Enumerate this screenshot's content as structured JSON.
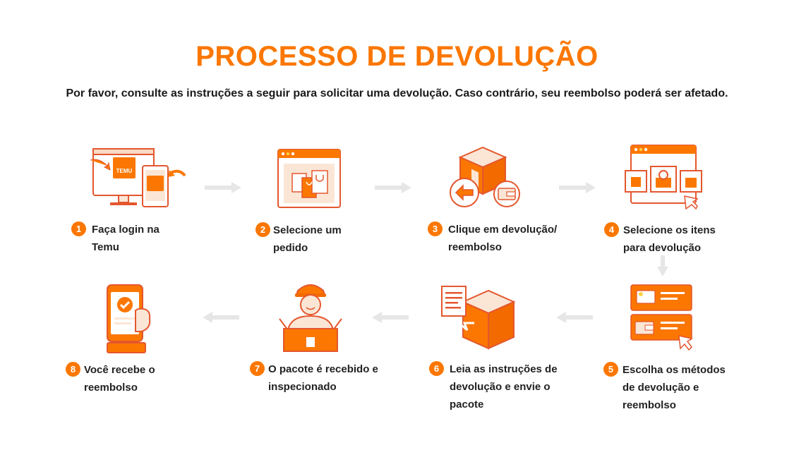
{
  "header": {
    "title": "PROCESSO DE DEVOLUÇÃO",
    "subtitle": "Por favor, consulte as instruções a seguir para solicitar uma devolução. Caso contrário, seu reembolso poderá ser afetado."
  },
  "brand": {
    "logo_text": "TEMU"
  },
  "colors": {
    "accent": "#fb7701",
    "arrow": "#e6e6e6"
  },
  "steps": [
    {
      "number": "1",
      "line1": "Faça login na",
      "line2": "Temu",
      "line3": ""
    },
    {
      "number": "2",
      "line1": "Selecione um",
      "line2": "pedido",
      "line3": ""
    },
    {
      "number": "3",
      "line1": "Clique em devolução/",
      "line2": "reembolso",
      "line3": ""
    },
    {
      "number": "4",
      "line1": "Selecione os itens",
      "line2": "para devolução",
      "line3": ""
    },
    {
      "number": "5",
      "line1": "Escolha os métodos",
      "line2": "de devolução e",
      "line3": "reembolso"
    },
    {
      "number": "6",
      "line1": "Leia as instruções de",
      "line2": "devolução e envie o",
      "line3": "pacote"
    },
    {
      "number": "7",
      "line1": "O pacote é recebido e",
      "line2": "inspecionado",
      "line3": ""
    },
    {
      "number": "8",
      "line1": "Você recebe o",
      "line2": "reembolso",
      "line3": ""
    }
  ]
}
